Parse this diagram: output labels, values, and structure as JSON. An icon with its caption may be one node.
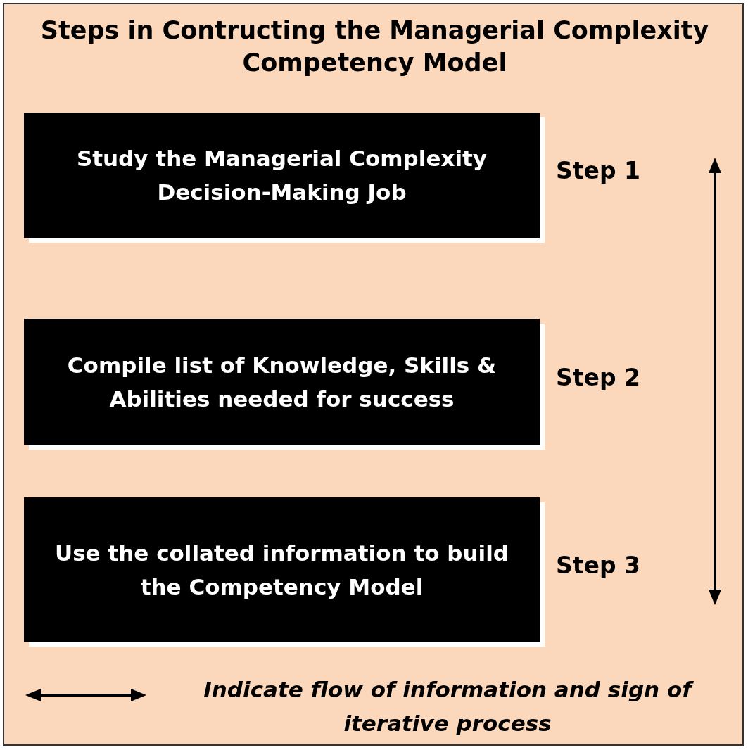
{
  "diagram": {
    "title": "Steps in Contructing the Managerial Complexity Competency Model",
    "nodes": [
      {
        "text": [
          "Study the Managerial Complexity Decision-Making Job"
        ],
        "beside": [
          "Step 1"
        ]
      },
      {
        "text": [
          "Compile list of Knowledge, Skills & Abilities needed for success"
        ],
        "beside": [
          "Step 2"
        ]
      },
      {
        "text": [
          "Use the collated information to build the Competency Model"
        ],
        "beside": [
          "Step 3"
        ]
      }
    ],
    "legend": [
      {
        "text": "Indicate flow of information and sign of iterative process"
      }
    ]
  }
}
